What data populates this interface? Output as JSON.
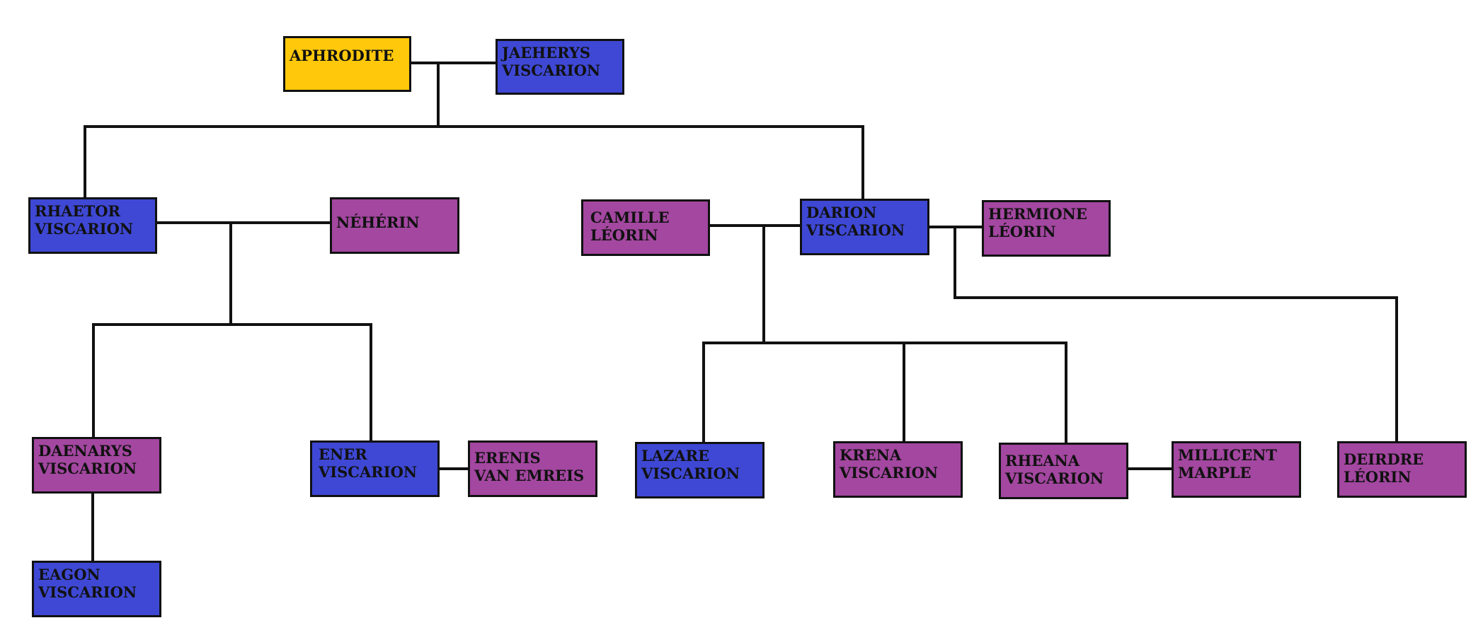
{
  "colors": {
    "gold": "#FFC80A",
    "blue": "#3E48D4",
    "purple": "#A347A0",
    "line": "#111111"
  },
  "people": {
    "aphrodite": {
      "line1": "APHRODITE",
      "line2": "",
      "color": "gold"
    },
    "jaehaerys": {
      "line1": "JAEHERYS",
      "line2": "VISCARION",
      "color": "blue"
    },
    "rhaetor": {
      "line1": "RHAETOR",
      "line2": "VISCARION",
      "color": "blue"
    },
    "neherin": {
      "line1": "NÉHÉRIN",
      "line2": "",
      "color": "purple"
    },
    "camille": {
      "line1": "CAMILLE",
      "line2": "LÉORIN",
      "color": "purple"
    },
    "darion": {
      "line1": "DARION",
      "line2": "VISCARION",
      "color": "blue"
    },
    "hermione": {
      "line1": "HERMIONE",
      "line2": "LÉORIN",
      "color": "purple"
    },
    "daenarys": {
      "line1": "DAENARYS",
      "line2": "VISCARION",
      "color": "purple"
    },
    "ener": {
      "line1": "ENER",
      "line2": "VISCARION",
      "color": "blue"
    },
    "erenis": {
      "line1": "ERENIS",
      "line2": "VAN EMREIS",
      "color": "purple"
    },
    "lazare": {
      "line1": "LAZARE",
      "line2": "VISCARION",
      "color": "blue"
    },
    "krena": {
      "line1": "KRENA",
      "line2": "VISCARION",
      "color": "purple"
    },
    "rheana": {
      "line1": "RHEANA",
      "line2": "VISCARION",
      "color": "purple"
    },
    "millicent": {
      "line1": "MILLICENT",
      "line2": "MARPLE",
      "color": "purple"
    },
    "deirdre": {
      "line1": "DEIRDRE",
      "line2": "LÉORIN",
      "color": "purple"
    },
    "eagon": {
      "line1": "EAGON",
      "line2": "VISCARION",
      "color": "blue"
    }
  }
}
